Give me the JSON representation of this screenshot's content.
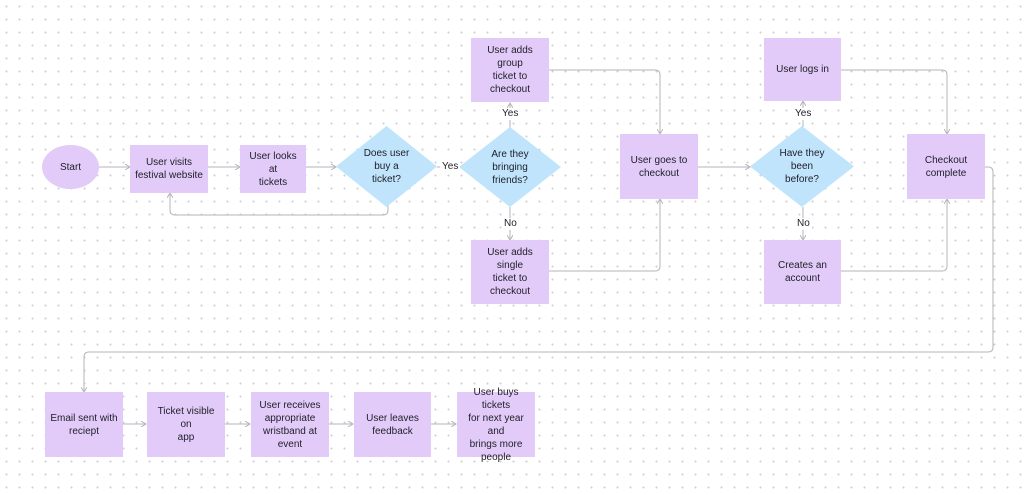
{
  "diagram": {
    "type": "flowchart",
    "nodes": {
      "start": "Start",
      "visit": "User visits\nfestival website",
      "looks": "User looks at\ntickets",
      "buy": "Does user\nbuy a\nticket?",
      "friends": "Are they\nbringing\nfriends?",
      "group": "User adds group\nticket to\ncheckout",
      "single": "User adds single\nticket to\ncheckout",
      "checkout": "User goes to\ncheckout",
      "before": "Have they\nbeen\nbefore?",
      "login": "User logs in",
      "account": "Creates an\naccount",
      "complete": "Checkout\ncomplete",
      "email": "Email sent with\nreciept",
      "app": "Ticket visible on\napp",
      "wristband": "User receives\nappropriate\nwristband at\nevent",
      "feedback": "User leaves\nfeedback",
      "nextyear": "User buys tickets\nfor next year and\nbrings more\npeople"
    },
    "edge_labels": {
      "buy_yes": "Yes",
      "friends_yes": "Yes",
      "friends_no": "No",
      "before_yes": "Yes",
      "before_no": "No"
    },
    "colors": {
      "node_fill": "#e2cbf8",
      "decision_fill": "#bfe4fb",
      "connector": "#b5b5bd"
    }
  }
}
